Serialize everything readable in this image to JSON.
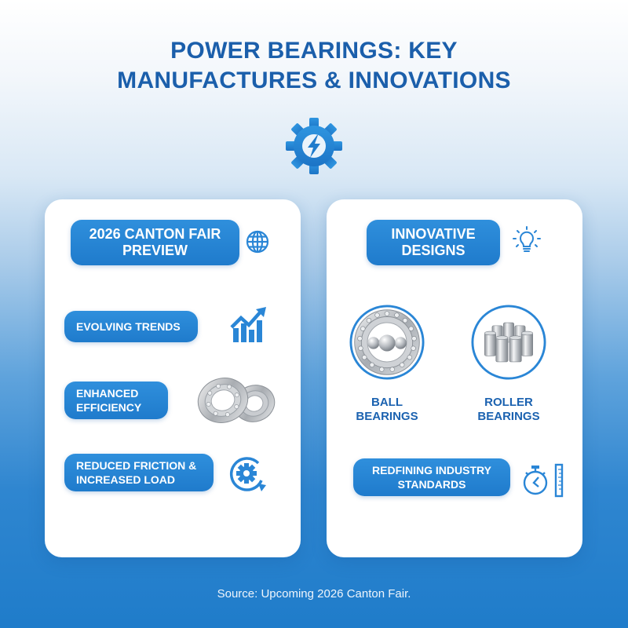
{
  "header": {
    "title_line1": "POWER BEARINGS: KEY",
    "title_line2": "MANUFACTURES & INNOVATIONS",
    "icon": "gear-lightning-icon"
  },
  "left_card": {
    "heading": {
      "line1": "2026 CANTON FAIR",
      "line2": "PREVIEW",
      "icon": "globe-icon"
    },
    "items": [
      {
        "line1": "EVOLVING TRENDS",
        "line2": "",
        "icon": "growth-chart-icon"
      },
      {
        "line1": "ENHANCED",
        "line2": "EFFICIENCY",
        "icon": "bearings-image"
      },
      {
        "line1": "REDUCED FRICTION &",
        "line2": "INCREASED LOAD",
        "icon": "gear-cycle-icon"
      }
    ]
  },
  "right_card": {
    "heading": {
      "line1": "INNOVATIVE",
      "line2": "DESIGNS",
      "icon": "lightbulb-icon"
    },
    "bearings": [
      {
        "line1": "BALL",
        "line2": "BEARINGS",
        "image": "ball-bearing-image"
      },
      {
        "line1": "ROLLER",
        "line2": "BEARINGS",
        "image": "roller-bearing-image"
      }
    ],
    "standards": {
      "line1": "REDFINING INDUSTRY",
      "line2": "STANDARDS",
      "icon": "stopwatch-ruler-icon"
    }
  },
  "footer": {
    "source": "Source: Upcoming 2026 Canton Fair."
  },
  "colors": {
    "title": "#1b5fab",
    "pill": "#1f7bcc",
    "accent_icon": "#2a86d6",
    "label": "#1b62b0",
    "background_bottom": "#1f7cca"
  }
}
